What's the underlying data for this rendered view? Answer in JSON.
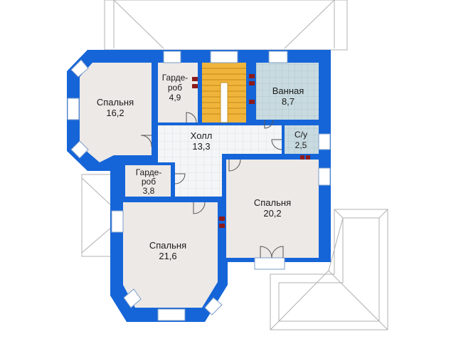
{
  "colors": {
    "wall": "#1565d8",
    "floor": "#ede9e6",
    "tile": "#c9dbe0",
    "tile_line": "#aac5cc",
    "hall_tile_line": "#d8dde1",
    "stair": "#f0b43a",
    "stair_line": "#b37d10",
    "roof_line": "#b0b0b0",
    "door_red": "#8c1a1a"
  },
  "rooms": {
    "bedroom_nw": {
      "name": "Спальня",
      "area": "16,2"
    },
    "wardrobe_top": {
      "name_a": "Гарде-",
      "name_b": "роб",
      "area": "4,9"
    },
    "bathroom": {
      "name": "Ванная",
      "area": "8,7"
    },
    "hall": {
      "name": "Холл",
      "area": "13,3"
    },
    "wc": {
      "name": "С/у",
      "area": "2,5"
    },
    "wardrobe_bottom": {
      "name_a": "Гарде-",
      "name_b": "роб",
      "area": "3,8"
    },
    "bedroom_e": {
      "name": "Спальня",
      "area": "20,2"
    },
    "bedroom_sw": {
      "name": "Спальня",
      "area": "21,6"
    }
  }
}
